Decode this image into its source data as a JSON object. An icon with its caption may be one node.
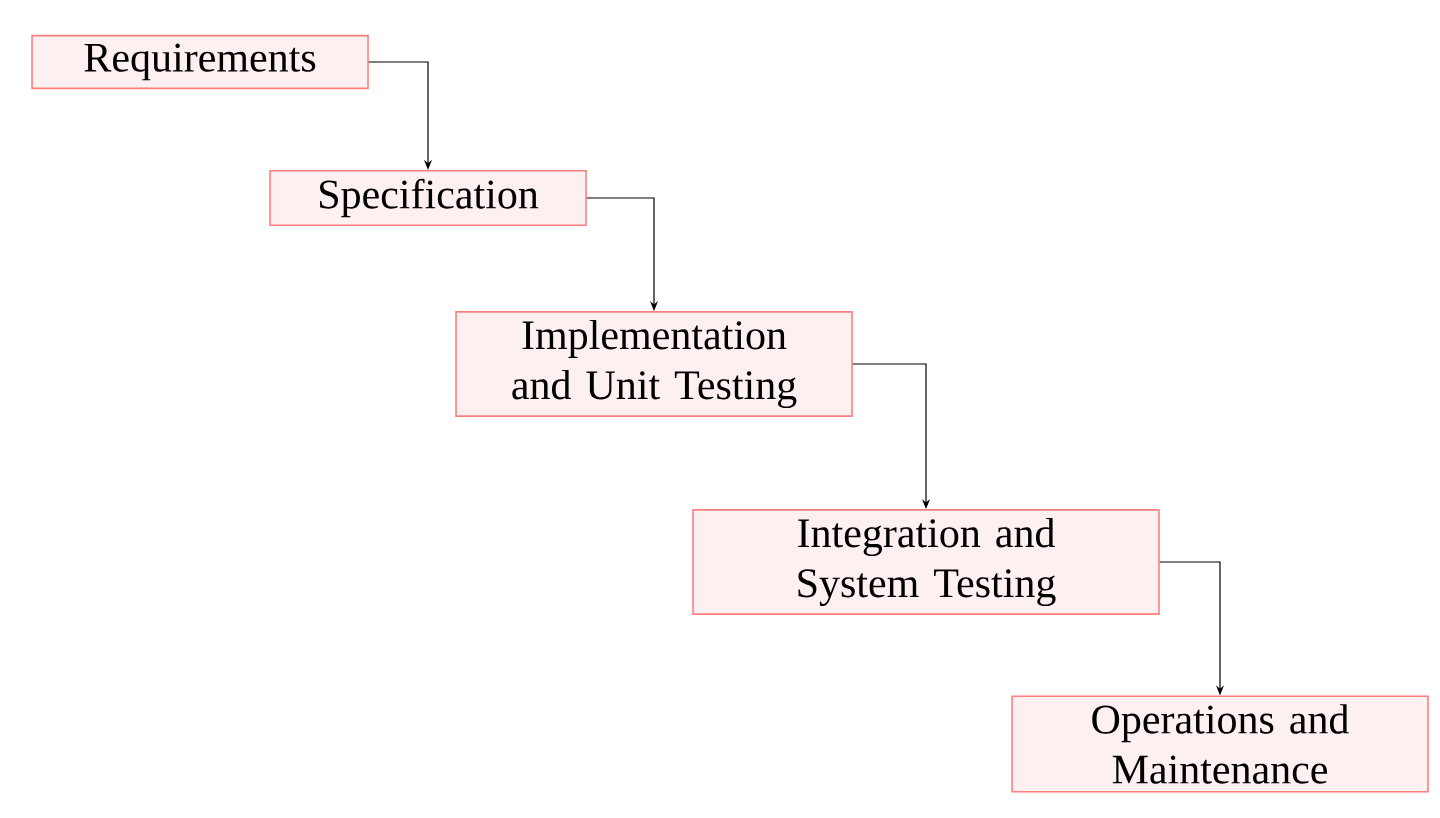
{
  "diagram": {
    "nodes": [
      {
        "text": [
          "Requirements"
        ]
      },
      {
        "text": [
          "Specification"
        ]
      },
      {
        "text": [
          "Implementation and Unit Testing"
        ]
      },
      {
        "text": [
          "Integration and System Testing"
        ]
      },
      {
        "text": [
          "Operations and Maintenance"
        ]
      }
    ],
    "edges": [
      {
        "from": 0,
        "to": 1,
        "arrow": "to"
      },
      {
        "from": 1,
        "to": 2,
        "arrow": "to"
      },
      {
        "from": 2,
        "to": 3,
        "arrow": "to"
      },
      {
        "from": 3,
        "to": 4,
        "arrow": "to"
      }
    ]
  }
}
